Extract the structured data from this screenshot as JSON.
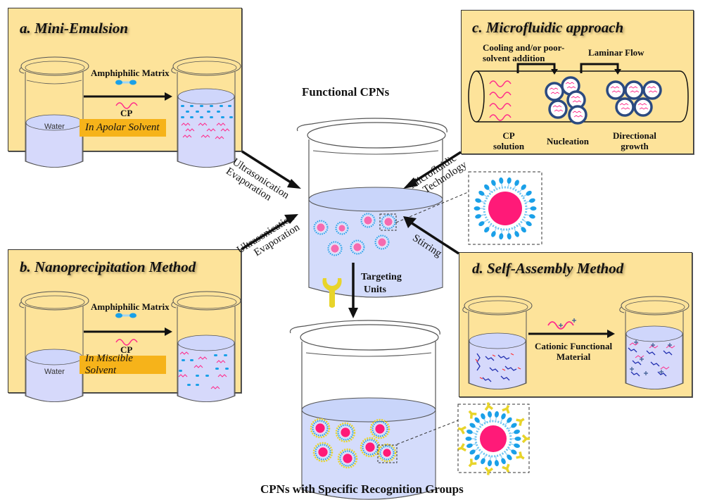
{
  "figure": {
    "center_title": "Functional CPNs",
    "bottom_title": "CPNs with Specific Recognition Groups",
    "targeting_label_line1": "Targeting",
    "targeting_label_line2": "Units"
  },
  "panels": {
    "a": {
      "title": "a.  Mini-Emulsion",
      "water_label": "Water",
      "matrix_label": "Amphiphilic Matrix",
      "cp_label": "CP",
      "solvent_label": "In Apolar Solvent"
    },
    "b": {
      "title": "b.  Nanoprecipitation Method",
      "water_label": "Water",
      "matrix_label": "Amphiphilic Matrix",
      "cp_label": "CP",
      "solvent_label": "In Miscible Solvent"
    },
    "c": {
      "title": "c.  Microfluidic approach",
      "step1_label_line1": "Cooling and/or poor-",
      "step1_label_line2": "solvent addition",
      "step2_label": "Laminar Flow",
      "stage1_line1": "CP",
      "stage1_line2": "solution",
      "stage2": "Nucleation",
      "stage3_line1": "Directional",
      "stage3_line2": "growth"
    },
    "d": {
      "title": "d.  Self-Assembly Method",
      "material_line1": "Cationic Functional",
      "material_line2": "Material"
    }
  },
  "arrows": {
    "a_line1": "Ultrasonication",
    "a_line2": "Evaporation",
    "b_line1": "Ultrasonication",
    "b_line2": "Evaporation",
    "c_line1": "Microfluidic",
    "c_line2": "Technology",
    "d_label": "Stirring"
  },
  "colors": {
    "panel_bg": "#fde39a",
    "solvent_box": "#f6b31a",
    "liquid": "#d4dcfb",
    "cp_pink": "#ff2a8a",
    "matrix_blue": "#1aa0e8",
    "targeting_yellow": "#e8d42a",
    "core_magenta": "#ff1a78"
  }
}
